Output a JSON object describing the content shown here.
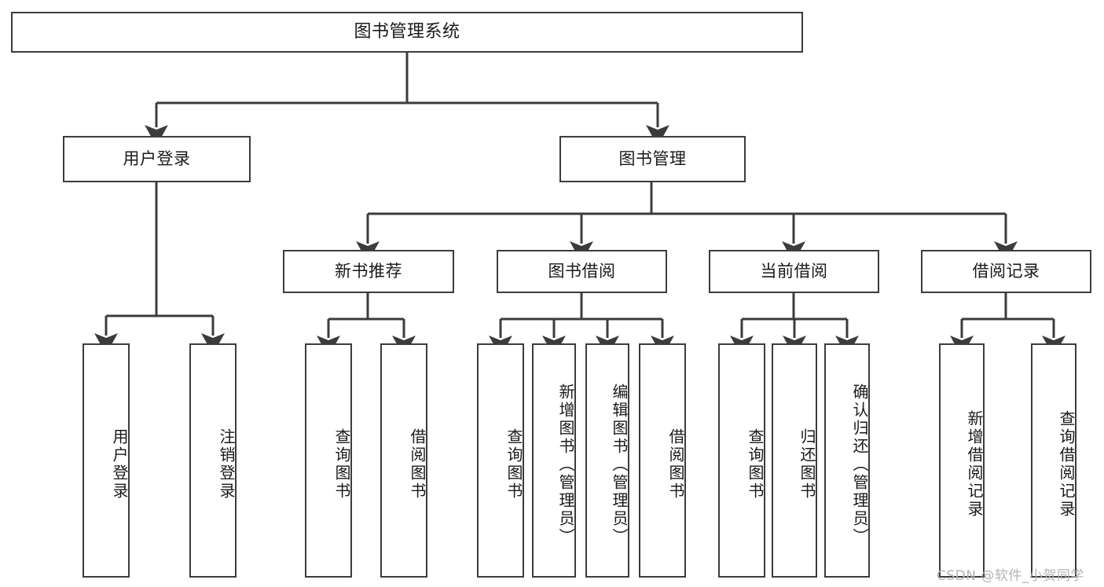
{
  "diagram": {
    "type": "tree",
    "title": "图书管理系统",
    "orientation": "top-down",
    "line_color": "#3c3c3c",
    "box_fill": "#ffffff",
    "text_color": "#1a1a1a",
    "root": {
      "label": "图书管理系统"
    },
    "level1": [
      {
        "label": "用户登录"
      },
      {
        "label": "图书管理"
      }
    ],
    "level2": [
      {
        "label": "新书推荐",
        "parent": "图书管理"
      },
      {
        "label": "图书借阅",
        "parent": "图书管理"
      },
      {
        "label": "当前借阅",
        "parent": "图书管理"
      },
      {
        "label": "借阅记录",
        "parent": "图书管理"
      }
    ],
    "leaves": {
      "user_login": [
        {
          "label": "用户登录"
        },
        {
          "label": "注销登录"
        }
      ],
      "new_book_recommend": [
        {
          "label": "查询图书"
        },
        {
          "label": "借阅图书"
        }
      ],
      "book_borrow": [
        {
          "label": "查询图书"
        },
        {
          "label": "新增图书（管理员）"
        },
        {
          "label": "编辑图书（管理员）"
        },
        {
          "label": "借阅图书"
        }
      ],
      "current_borrow": [
        {
          "label": "查询图书"
        },
        {
          "label": "归还图书"
        },
        {
          "label": "确认归还（管理员）"
        }
      ],
      "borrow_record": [
        {
          "label": "新增借阅记录"
        },
        {
          "label": "查询借阅记录"
        }
      ]
    }
  },
  "watermark": {
    "text": "CSDN @软件_小贺同学"
  }
}
